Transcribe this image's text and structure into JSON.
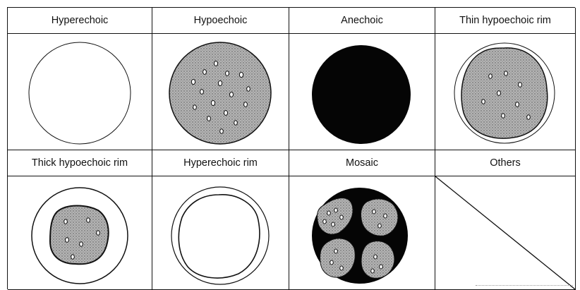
{
  "categories": [
    {
      "label": "Hyperechoic"
    },
    {
      "label": "Hypoechoic"
    },
    {
      "label": "Anechoic"
    },
    {
      "label": "Thin hypoechoic rim"
    },
    {
      "label": "Thick hypoechoic rim"
    },
    {
      "label": "Hyperechoic rim"
    },
    {
      "label": "Mosaic"
    },
    {
      "label": "Others"
    }
  ],
  "colors": {
    "line": "#111111",
    "stipple": "#a9a9a9",
    "fill_dark": "#050505",
    "background": "#ffffff"
  }
}
